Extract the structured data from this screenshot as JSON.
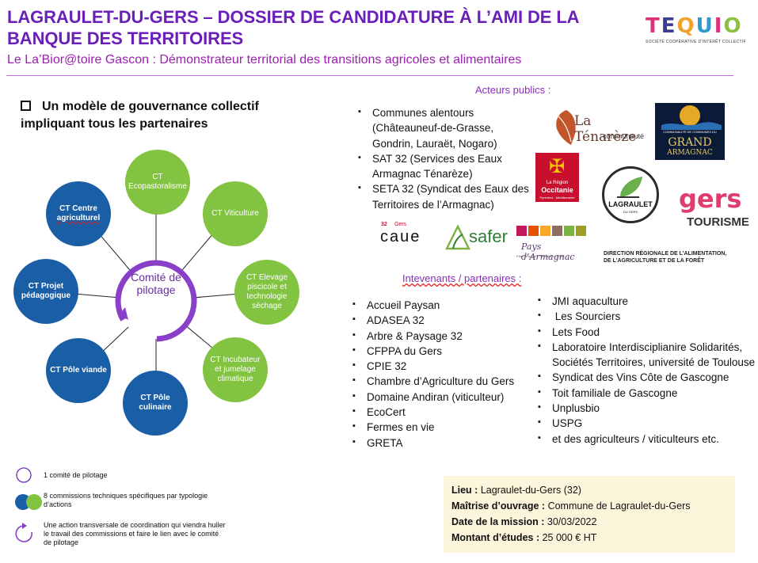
{
  "header": {
    "title": "LAGRAULET-DU-GERS – DOSSIER DE CANDIDATURE À L’AMI DE LA BANQUE DES TERRITOIRES",
    "subtitle": "Le La’Bior@toire Gascon : Démonstrateur territorial des transitions agricoles et alimentaires"
  },
  "logo_tequio": {
    "word": "TEQUIO",
    "tagline": "SOCIÉTÉ COOPÉRATIVE D'INTÉRÊT COLLECTIF"
  },
  "governance": {
    "heading": "Un modèle de gouvernance collectif impliquant tous les partenaires",
    "center": "Comité de pilotage",
    "commissions": {
      "ecopastoralisme": "CT Ecopastoralisme",
      "viticulture": "CT Viticulture",
      "elevage": "CT Elevage piscicole et technologie séchage",
      "incubateur": "CT Incubateur et jumelage climatique",
      "culinaire": "CT Pôle culinaire",
      "viande": "CT Pôle viande",
      "pedagogique": "CT Projet pédagogique",
      "centre_a": "CT Centre",
      "centre_b": "agriculturel"
    }
  },
  "legend": {
    "item1": "1 comité de pilotage",
    "item2": "8 commissions techniques spécifiques par typologie d’actions",
    "item3": "Une action transversale de coordination qui viendra huiler le travail des commissions et faire le lien avec le comité de pilotage"
  },
  "acteurs": {
    "heading": "Acteurs publics :",
    "items": [
      "Communes alentours (Châteauneuf-de-Grasse, Gondrin, Lauraët, Nogaro)",
      "SAT 32 (Services des Eaux Armagnac Ténarèze)",
      "SETA 32 (Syndicat des Eaux des Territoires de l’Armagnac)"
    ]
  },
  "logos": {
    "tenareze": {
      "name": "La Ténarèze",
      "sub": "communauté"
    },
    "grand_armagnac": {
      "top": "COMMUNAUTÉ DE COMMUNES DU",
      "name": "GRAND",
      "name2": "ARMAGNAC"
    },
    "occitanie": {
      "top": "La Région",
      "name": "Occitanie",
      "sub": "Pyrénées · Méditerranée"
    },
    "lagraulet": {
      "name": "LAGRAULET",
      "sub": "DU GERS"
    },
    "gers": {
      "name": "gers",
      "sub": "TOURISME"
    },
    "caue": {
      "num": "32",
      "small": "Gers",
      "name": "caue"
    },
    "safer": {
      "name": "safer"
    },
    "pays_armagnac": {
      "name": "Pays d’Armagnac",
      "sub": "Pôle d’Équilibre Territorial et Rural"
    },
    "draaf": {
      "line1": "DIRECTION RÉGIONALE DE L’ALIMENTATION,",
      "line2": "DE L’AGRICULTURE ET DE LA FORÊT"
    }
  },
  "intervenants": {
    "heading": "Intevenants / partenaires :",
    "left": [
      "Accueil Paysan",
      "ADASEA 32",
      "Arbre & Paysage 32",
      "CFPPA du Gers",
      "CPIE 32",
      "Chambre d’Agriculture du Gers",
      "Domaine Andiran (viticulteur)",
      "EcoCert",
      "Fermes en vie",
      "GRETA"
    ],
    "right": [
      "JMI aquaculture",
      " Les Sourciers",
      "Lets Food",
      "Laboratoire Interdisciplianire Solidarités, Sociétés Territoires, université de Toulouse",
      "Syndicat des Vins Côte de Gascogne",
      "Toit familiale de Gascogne",
      "Unplusbio",
      "USPG",
      "et des agriculteurs / viticulteurs etc."
    ]
  },
  "info": {
    "lieu_label": "Lieu :",
    "lieu": " Lagraulet-du-Gers (32)",
    "moa_label": "Maîtrise d’ouvrage :",
    "moa": " Commune de Lagraulet-du-Gers",
    "date_label": "Date de la mission :",
    "date": " 30/03/2022",
    "montant_label": "Montant d’études :",
    "montant": " 25 000 € HT"
  },
  "colors": {
    "title": "#6a1fb8",
    "subtitle": "#9b1fb0",
    "green": "#82c341",
    "blue": "#1a5ea6",
    "purple_ring": "#8a3fc8",
    "info_bg": "#fcf5dc"
  }
}
